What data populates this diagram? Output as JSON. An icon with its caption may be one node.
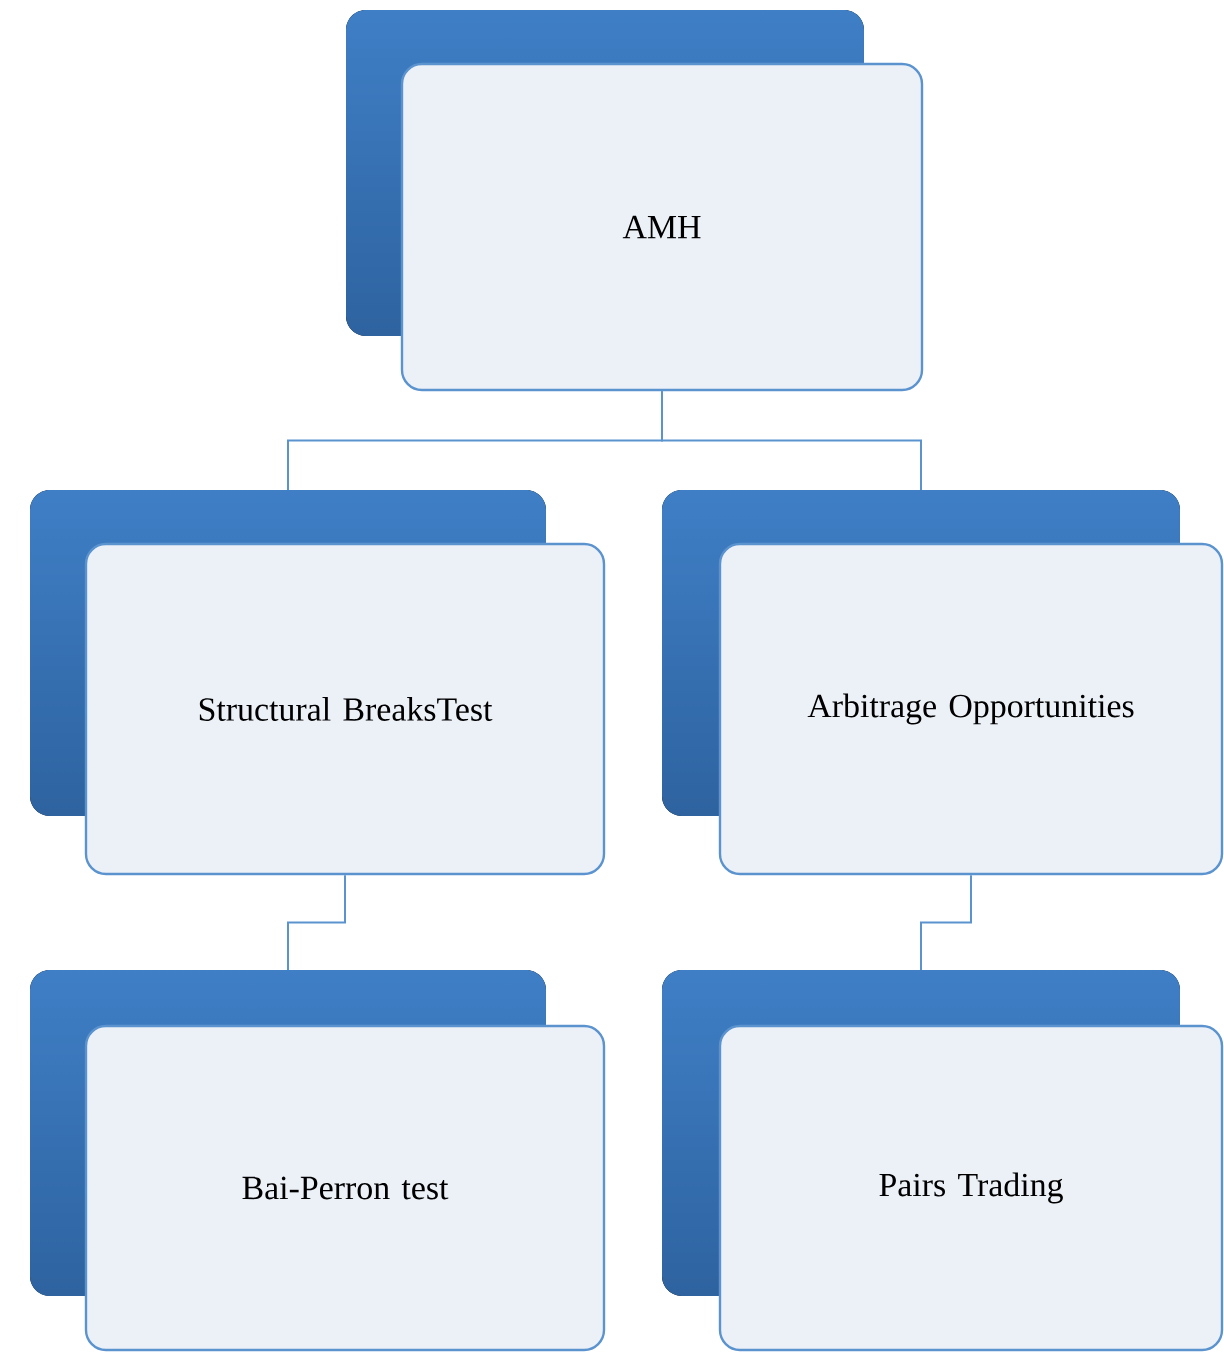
{
  "diagram": {
    "nodes": [
      {
        "text": [
          "AMH"
        ]
      },
      {
        "text": [
          "Structural BreaksTest"
        ]
      },
      {
        "text": [
          "Arbitrage Opportunities"
        ]
      },
      {
        "text": [
          "Bai-Perron test"
        ]
      },
      {
        "text": [
          "Pairs Trading"
        ]
      }
    ],
    "edges": [
      {
        "from": 0,
        "to": 1,
        "arrow": "none"
      },
      {
        "from": 0,
        "to": 2,
        "arrow": "none"
      },
      {
        "from": 1,
        "to": 3,
        "arrow": "none"
      },
      {
        "from": 2,
        "to": 4,
        "arrow": "none"
      }
    ]
  }
}
